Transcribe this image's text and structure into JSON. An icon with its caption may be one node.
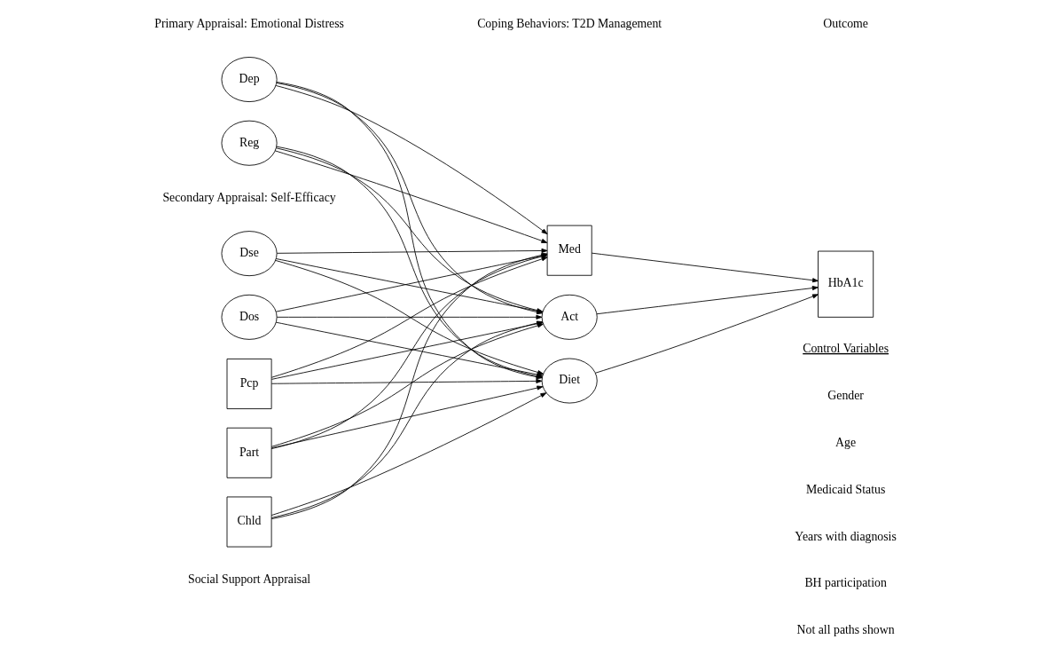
{
  "diagram": {
    "nodes": [
      {
        "text": [
          "Dep"
        ]
      },
      {
        "text": [
          "Reg"
        ]
      },
      {
        "text": [
          "Dse"
        ]
      },
      {
        "text": [
          "Dos"
        ]
      },
      {
        "text": [
          "Pcp"
        ]
      },
      {
        "text": [
          "Part"
        ]
      },
      {
        "text": [
          "Chld"
        ]
      },
      {
        "text": [
          "Med"
        ]
      },
      {
        "text": [
          "Act"
        ]
      },
      {
        "text": [
          "Diet"
        ]
      },
      {
        "text": [
          "HbA1c"
        ]
      }
    ],
    "edges": [
      {
        "from": 0,
        "to": 7,
        "arrow": "to"
      },
      {
        "from": 0,
        "to": 8,
        "arrow": "to"
      },
      {
        "from": 0,
        "to": 9,
        "arrow": "to"
      },
      {
        "from": 1,
        "to": 7,
        "arrow": "to"
      },
      {
        "from": 1,
        "to": 8,
        "arrow": "to"
      },
      {
        "from": 1,
        "to": 9,
        "arrow": "to"
      },
      {
        "from": 2,
        "to": 7,
        "arrow": "to"
      },
      {
        "from": 2,
        "to": 8,
        "arrow": "to"
      },
      {
        "from": 2,
        "to": 9,
        "arrow": "to"
      },
      {
        "from": 3,
        "to": 7,
        "arrow": "to"
      },
      {
        "from": 3,
        "to": 8,
        "arrow": "to"
      },
      {
        "from": 3,
        "to": 9,
        "arrow": "to"
      },
      {
        "from": 4,
        "to": 7,
        "arrow": "to"
      },
      {
        "from": 4,
        "to": 8,
        "arrow": "to"
      },
      {
        "from": 4,
        "to": 9,
        "arrow": "to"
      },
      {
        "from": 5,
        "to": 7,
        "arrow": "to"
      },
      {
        "from": 5,
        "to": 8,
        "arrow": "to"
      },
      {
        "from": 5,
        "to": 9,
        "arrow": "to"
      },
      {
        "from": 6,
        "to": 7,
        "arrow": "to"
      },
      {
        "from": 6,
        "to": 8,
        "arrow": "to"
      },
      {
        "from": 6,
        "to": 9,
        "arrow": "to"
      },
      {
        "from": 7,
        "to": 10,
        "arrow": "to"
      },
      {
        "from": 8,
        "to": 10,
        "arrow": "to"
      },
      {
        "from": 9,
        "to": 10,
        "arrow": "to"
      }
    ],
    "labels": [
      "Coping Behaviors: T2D Management",
      "Primary Appraisal: Emotional Distress",
      "Outcome",
      "Secondary Appraisal: Self-Efficacy",
      "Control Variables",
      "Gender",
      "Age",
      "Medicaid Status",
      "Years with diagnosis",
      "BH participation",
      "Social Support Appraisal",
      "Not all paths shown"
    ]
  }
}
